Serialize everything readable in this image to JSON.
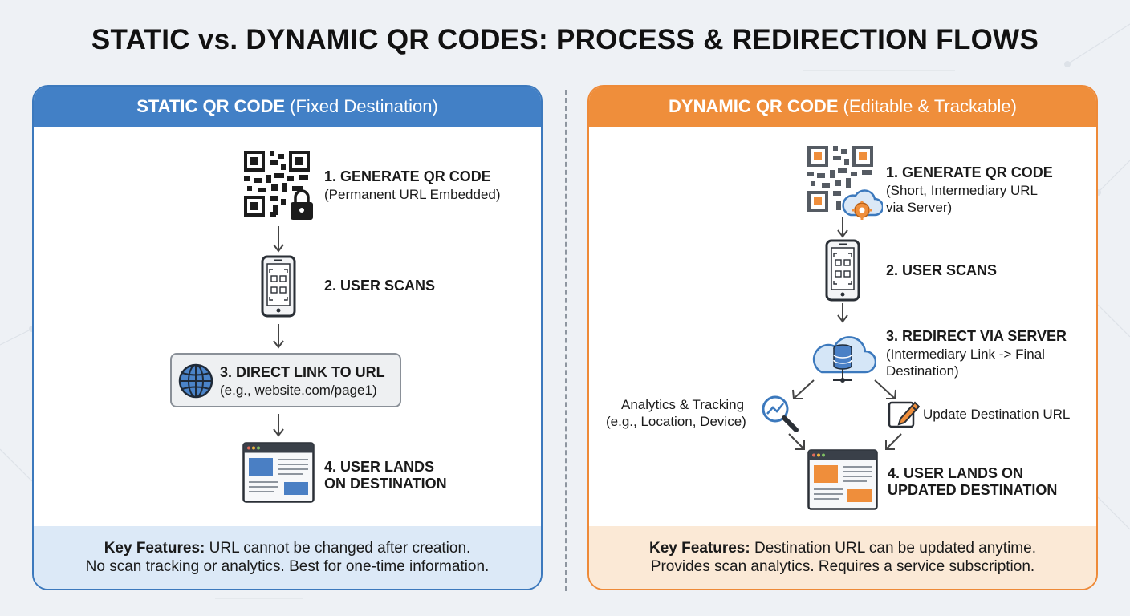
{
  "title": "STATIC vs. DYNAMIC QR CODES: PROCESS & REDIRECTION FLOWS",
  "static_panel": {
    "header_strong": "STATIC QR CODE",
    "header_light": "(Fixed Destination)",
    "steps": [
      {
        "title": "1. GENERATE QR CODE",
        "sub": "(Permanent URL Embedded)"
      },
      {
        "title": "2. USER SCANS"
      },
      {
        "title": "3. DIRECT LINK TO URL",
        "sub": "(e.g., website.com/page1)"
      },
      {
        "title_line1": "4. USER LANDS",
        "title_line2": "ON DESTINATION"
      }
    ],
    "footer": {
      "label": "Key Features:",
      "line1": "URL cannot be changed after creation.",
      "line2": "No scan tracking or analytics. Best for one-time information."
    }
  },
  "dynamic_panel": {
    "header_strong": "DYNAMIC QR CODE",
    "header_light": "(Editable & Trackable)",
    "steps": [
      {
        "title": "1. GENERATE QR CODE",
        "sub_line1": "(Short, Intermediary URL",
        "sub_line2": "via Server)"
      },
      {
        "title": "2. USER SCANS"
      },
      {
        "title": "3. REDIRECT VIA SERVER",
        "sub_line1": "(Intermediary Link -> Final",
        "sub_line2": "Destination)"
      },
      {
        "title_line1": "4. USER LANDS ON",
        "title_line2": "UPDATED DESTINATION"
      }
    ],
    "analytics": {
      "line1": "Analytics & Tracking",
      "line2": "(e.g., Location, Device)"
    },
    "update": "Update Destination URL",
    "footer": {
      "label": "Key Features:",
      "line1": "Destination URL can be updated anytime.",
      "line2": "Provides scan analytics. Requires a service subscription."
    }
  },
  "colors": {
    "static_accent": "#4280c6",
    "dynamic_accent": "#ef8e3b",
    "static_footer": "#dce9f7",
    "dynamic_footer": "#fbe9d6"
  },
  "icons": {
    "static": [
      "qr-code-lock-icon",
      "smartphone-scan-icon",
      "globe-icon",
      "browser-window-icon"
    ],
    "dynamic": [
      "qr-code-cloud-gear-icon",
      "smartphone-scan-icon",
      "cloud-database-icon",
      "analytics-magnifier-icon",
      "edit-pencil-icon",
      "browser-window-icon"
    ]
  }
}
